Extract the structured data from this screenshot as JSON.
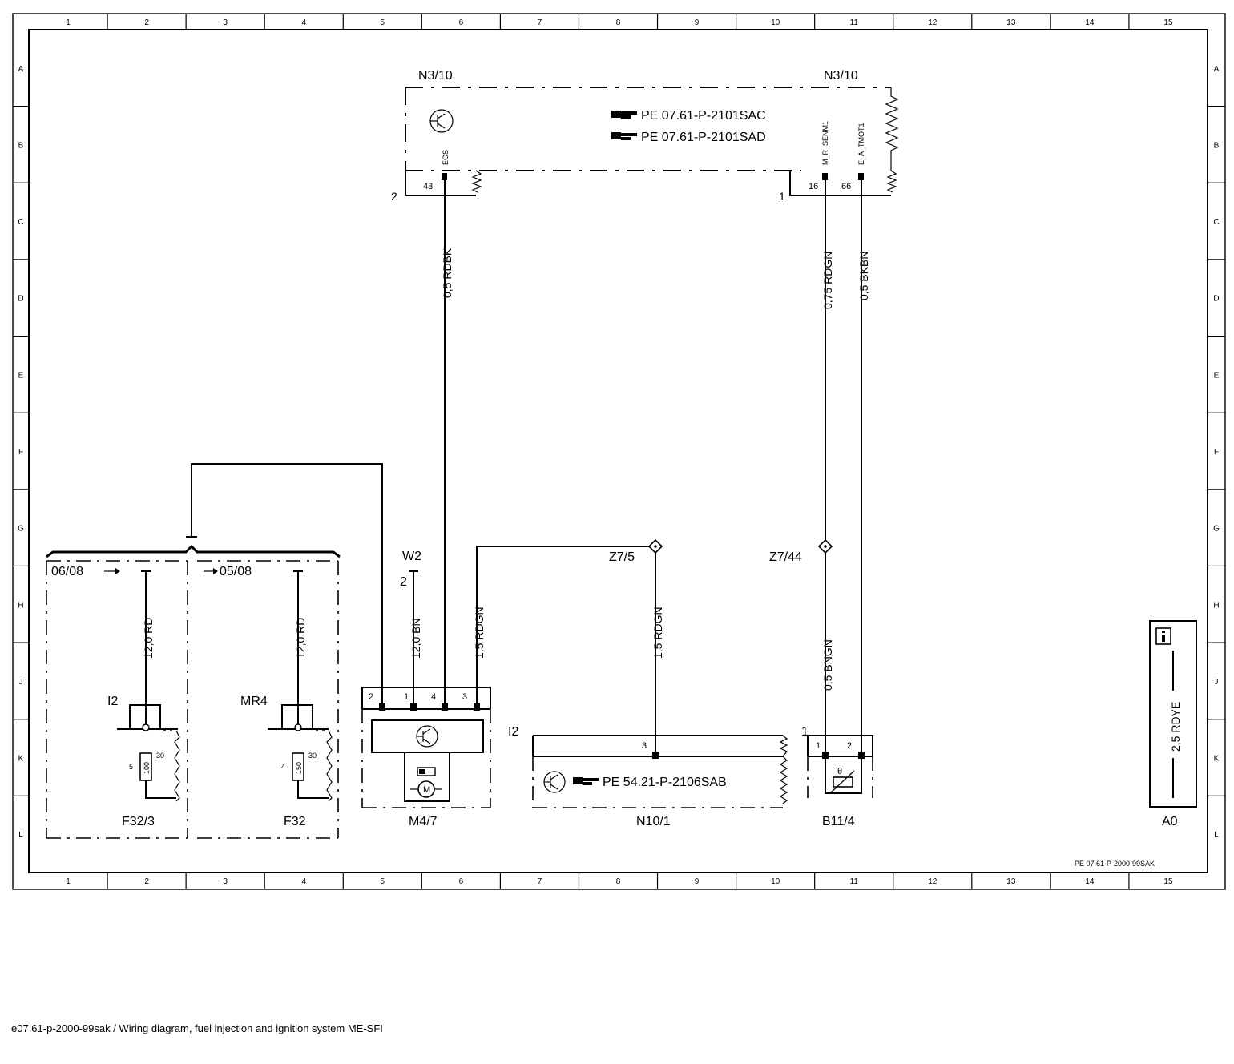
{
  "grid": {
    "columns": [
      "1",
      "2",
      "3",
      "4",
      "5",
      "6",
      "7",
      "8",
      "9",
      "10",
      "11",
      "12",
      "13",
      "14",
      "15"
    ],
    "rows": [
      "A",
      "B",
      "C",
      "D",
      "E",
      "F",
      "G",
      "H",
      "J",
      "K",
      "L"
    ]
  },
  "components": {
    "n3_10_left": "N3/10",
    "n3_10_right": "N3/10",
    "pe_ref_1": "PE 07.61-P-2101SAC",
    "pe_ref_2": "PE 07.61-P-2101SAD",
    "pin_egs_name": "EGS",
    "pin_mr_name": "M_R_SENM1",
    "pin_ea_name": "E_A_TMOT1",
    "pin_43": "43",
    "pin_16": "16",
    "pin_66": "66",
    "conn_2": "2",
    "conn_1": "1",
    "w2": "W2",
    "w2_pin": "2",
    "z7_5": "Z7/5",
    "z7_44": "Z7/44",
    "ref_06_08": "06/08",
    "ref_05_08": "05/08",
    "i2_left": "I2",
    "mr4": "MR4",
    "fuse_100": "100",
    "fuse_150": "150",
    "fuse_pin_5": "5",
    "fuse_pin_4": "4",
    "fuse_pin_30a": "30",
    "fuse_pin_30b": "30",
    "f32_3": "F32/3",
    "f32": "F32",
    "m4_7": "M4/7",
    "m4_pin_2": "2",
    "m4_pin_1": "1",
    "m4_pin_4": "4",
    "m4_pin_3": "3",
    "motor_m": "M",
    "i2_mid": "I2",
    "n10_pin_3": "3",
    "pe_ref_3": "PE 54.21-P-2106SAB",
    "n10_1": "N10/1",
    "b11_conn": "1",
    "b11_pin_1": "1",
    "b11_pin_2": "2",
    "theta": "θ",
    "b11_4": "B11/4",
    "a0": "A0",
    "a0_wire": "2,5 RDYE",
    "doc_ref": "PE 07.61-P-2000-99SAK"
  },
  "wires": {
    "w_rdbk": "0,5 RDBK",
    "w_rdgn_075": "0,75 RDGN",
    "w_bkbn": "0,5 BKBN",
    "w_rd_left": "12,0 RD",
    "w_rd_right": "12,0 RD",
    "w_bn": "12,0 BN",
    "w_rdgn_15a": "1,5 RDGN",
    "w_rdgn_15b": "1,5 RDGN",
    "w_bngn": "0,5 BNGN"
  },
  "caption": "e07.61-p-2000-99sak / Wiring diagram, fuel injection and ignition system ME-SFI"
}
